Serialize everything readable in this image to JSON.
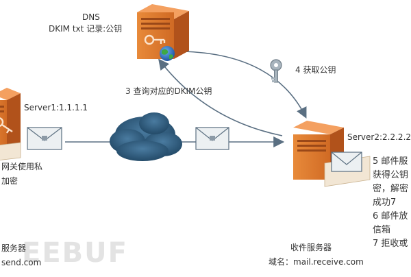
{
  "dns": {
    "title": "DNS",
    "record": "DKIM txt 记录:公钥"
  },
  "steps": {
    "step3": "3 查询对应的DKIM公钥",
    "step4": "4 获取公钥"
  },
  "sender": {
    "server": "Server1:1.1.1.1",
    "note_line1": "网关使用私",
    "note_line2": "加密",
    "role": "服务器",
    "domain": "send.com"
  },
  "receiver": {
    "server": "Server2:2.2.2.2",
    "role": "收件服务器",
    "domain": "域名：mail.receive.com",
    "notes": [
      "5 邮件服",
      "获得公钥",
      "密，解密",
      "成功7",
      "6 邮件放",
      "信箱",
      "7 拒收或"
    ]
  },
  "watermark": "EEBUF",
  "colors": {
    "server_orange": "#e07a2e",
    "server_dark": "#b1521b",
    "arrow": "#5a6f82",
    "cloud": "#2f5d80",
    "envelope": "#ecf0f2"
  },
  "icons": [
    "server-icon",
    "key-icon",
    "globe-icon",
    "envelope-icon",
    "cloud-icon"
  ]
}
